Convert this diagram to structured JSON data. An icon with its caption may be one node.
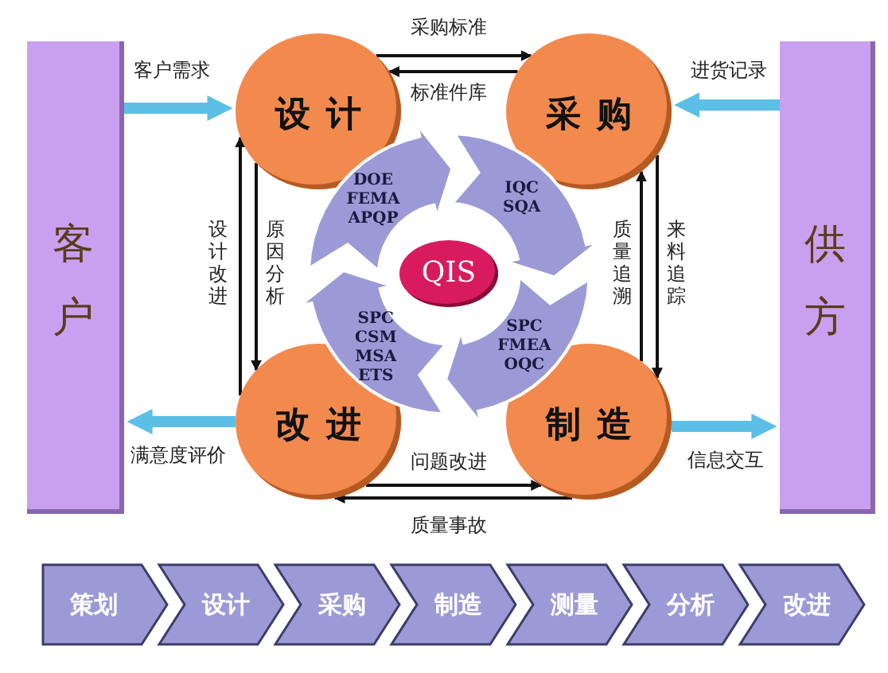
{
  "diagram": {
    "nodes": [
      {
        "text": [
          "客户"
        ]
      },
      {
        "text": [
          "设计"
        ]
      },
      {
        "text": [
          "采购"
        ]
      },
      {
        "text": [
          "供方"
        ]
      },
      {
        "text": [
          "DOE FEMA APQP"
        ]
      },
      {
        "text": [
          "IQC SQA"
        ]
      },
      {
        "text": [
          "QIS"
        ]
      },
      {
        "text": [
          "SPC CSM MSA ETS"
        ]
      },
      {
        "text": [
          "SPC FMEA OQC"
        ]
      },
      {
        "text": [
          "改进"
        ]
      },
      {
        "text": [
          "制造"
        ]
      },
      {
        "text": [
          "策划"
        ]
      },
      {
        "text": [
          "设计"
        ]
      },
      {
        "text": [
          "采购"
        ]
      },
      {
        "text": [
          "制造"
        ]
      },
      {
        "text": [
          "测量"
        ]
      },
      {
        "text": [
          "分析"
        ]
      },
      {
        "text": [
          "改进"
        ]
      }
    ],
    "edges": [
      {
        "from": 0,
        "to": 1,
        "arrow": "to",
        "label": "客户需求",
        "style": "thick",
        "color": "#5bbfe6"
      },
      {
        "from": 3,
        "to": 2,
        "arrow": "to",
        "label": "进货记录",
        "style": "thick",
        "color": "#5bbfe6"
      },
      {
        "from": 1,
        "to": 2,
        "arrow": "to",
        "label": "采购标准"
      },
      {
        "from": 2,
        "to": 1,
        "arrow": "to",
        "label": "标准件库"
      },
      {
        "from": 9,
        "to": 1,
        "arrow": "to",
        "label": "设计改进"
      },
      {
        "from": 1,
        "to": 9,
        "arrow": "to",
        "label": "原因分析"
      },
      {
        "from": 10,
        "to": 2,
        "arrow": "to",
        "label": "质量追溯"
      },
      {
        "from": 2,
        "to": 10,
        "arrow": "to",
        "label": "来料追踪"
      },
      {
        "from": 9,
        "to": 0,
        "arrow": "to",
        "label": "满意度评价",
        "style": "thick",
        "color": "#5bbfe6"
      },
      {
        "from": 10,
        "to": 3,
        "arrow": "to",
        "label": "信息交互",
        "style": "thick",
        "color": "#5bbfe6"
      },
      {
        "from": 9,
        "to": 10,
        "arrow": "to",
        "label": "问题改进"
      },
      {
        "from": 10,
        "to": 9,
        "arrow": "to",
        "label": "质量事故"
      }
    ]
  }
}
